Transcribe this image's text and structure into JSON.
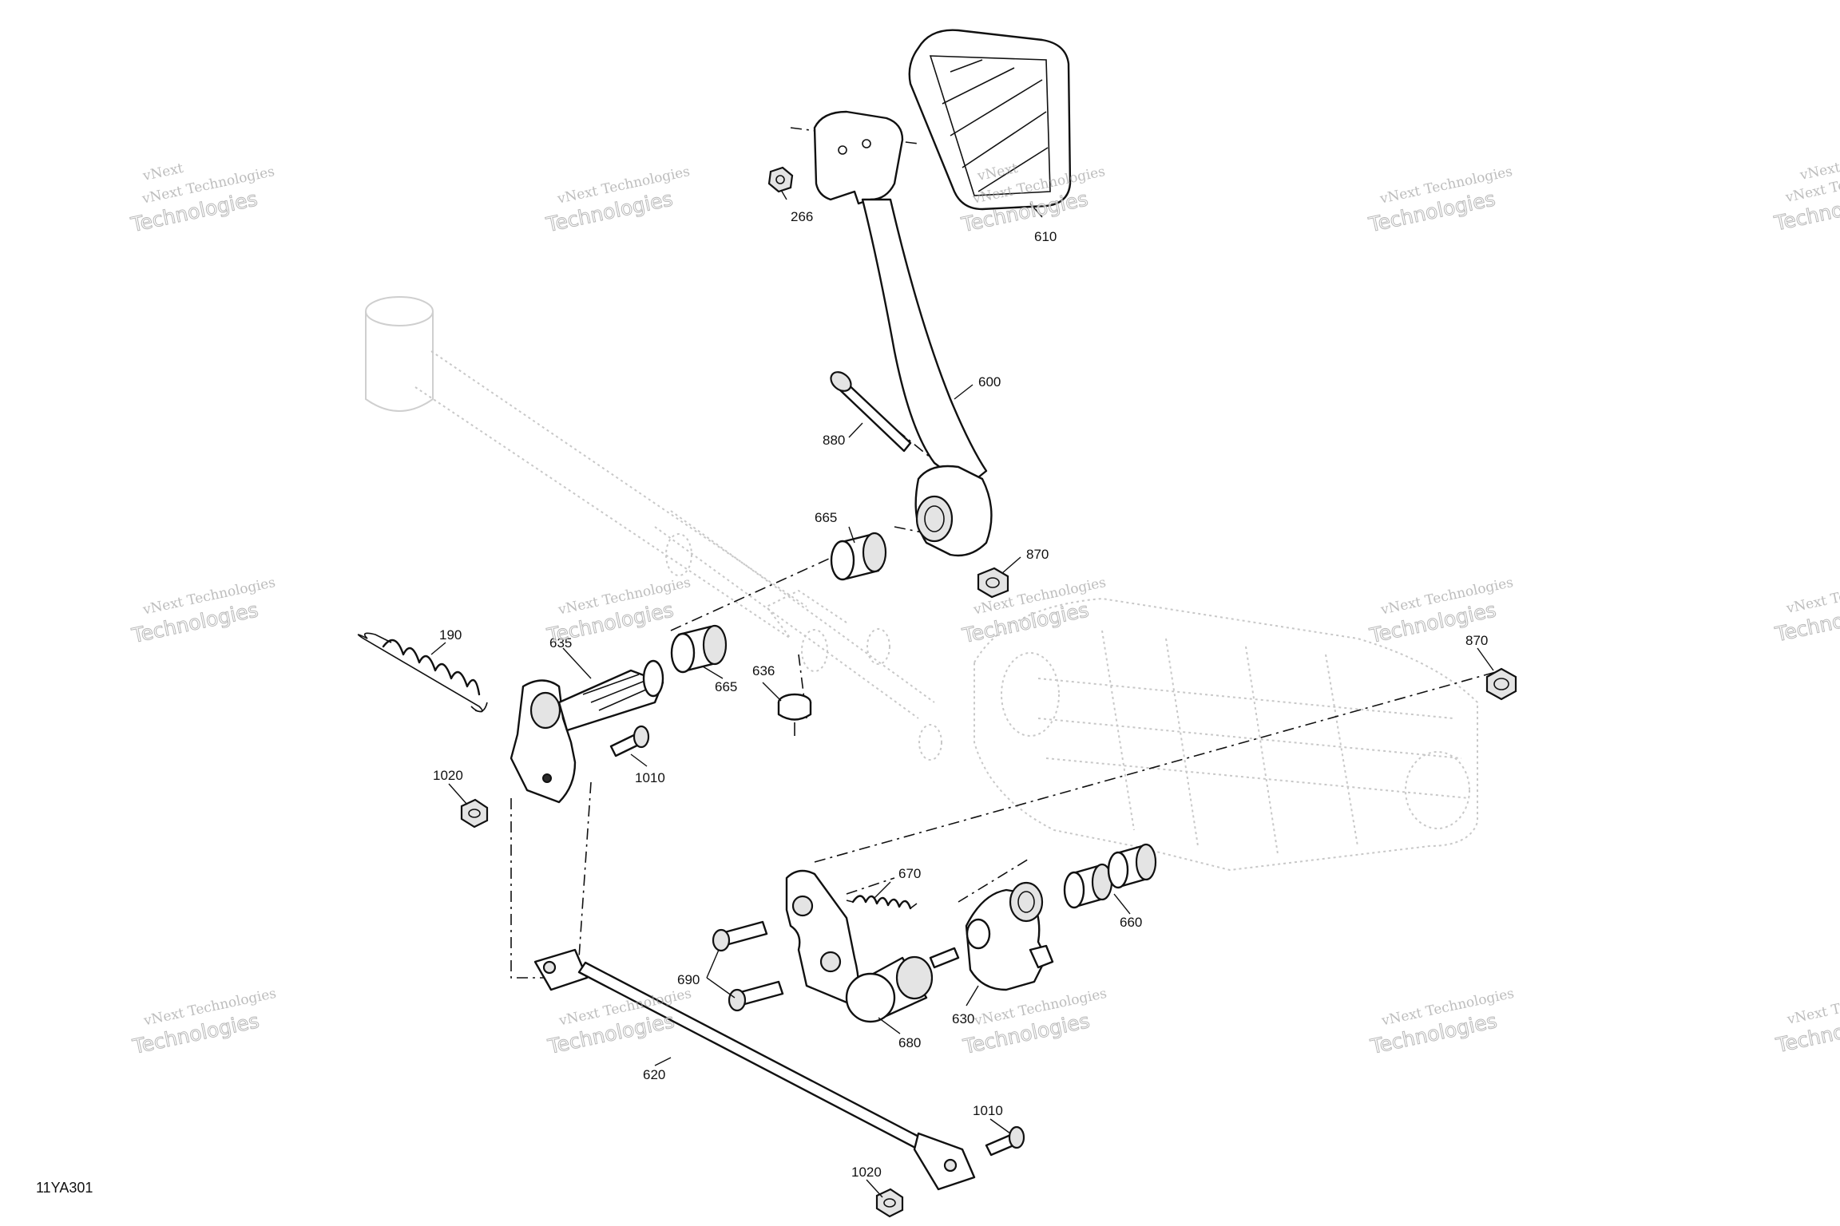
{
  "diagram_code": "11YA301",
  "watermark": {
    "line1": "vNext Technologies",
    "line2": "Technologies",
    "corner": "vNext"
  },
  "callouts": {
    "c266": "266",
    "c610": "610",
    "c600": "600",
    "c880": "880",
    "c665a": "665",
    "c870a": "870",
    "c190": "190",
    "c635": "635",
    "c665b": "665",
    "c636": "636",
    "c870b": "870",
    "c1020a": "1020",
    "c1010a": "1010",
    "c670": "670",
    "c660": "660",
    "c690": "690",
    "c630": "630",
    "c680": "680",
    "c620": "620",
    "c1010b": "1010",
    "c1020b": "1020"
  }
}
